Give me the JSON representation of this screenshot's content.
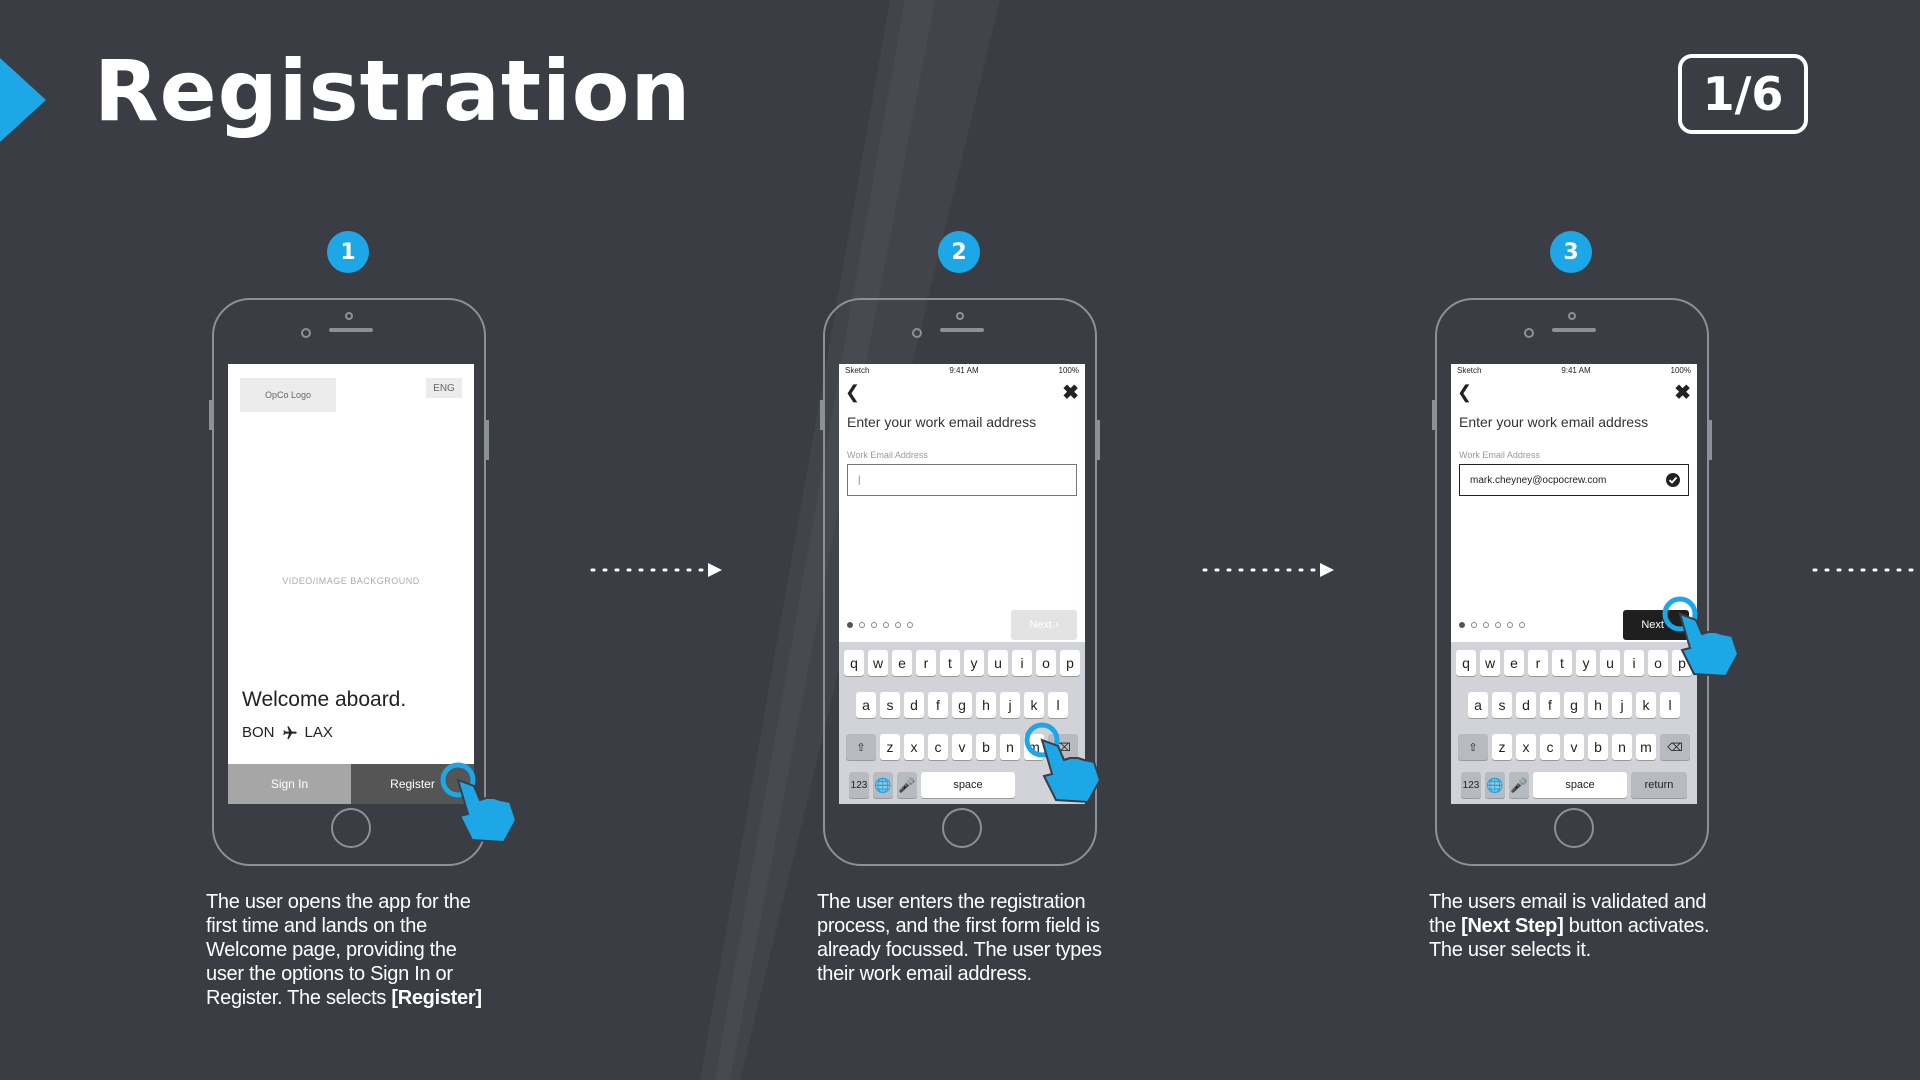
{
  "header": {
    "title": "Registration",
    "page": "1/6"
  },
  "colors": {
    "accent": "#1ea7e6",
    "background": "#3a3d43"
  },
  "steps": [
    {
      "number": "1",
      "screen": {
        "logo": "OpCo Logo",
        "lang": "ENG",
        "bg_label": "VIDEO/IMAGE BACKGROUND",
        "welcome": "Welcome aboard.",
        "route_from": "BON",
        "route_to": "LAX",
        "signin_label": "Sign In",
        "register_label": "Register"
      },
      "desc_before": "The user opens the app for the first time and lands on the Welcome page, providing the user the options to Sign In or Register. The selects ",
      "desc_bold": "[Register]",
      "desc_after": ""
    },
    {
      "number": "2",
      "screen": {
        "status_left": "Sketch",
        "status_time": "9:41 AM",
        "status_right": "100%",
        "prompt": "Enter your work email address",
        "field_label": "Work Email Address",
        "field_value": "|",
        "next_label": "Next",
        "space_label": "space",
        "num_label": "123"
      },
      "desc_before": "The user enters the registration process, and the first form field is already focussed. The user types their work email address.",
      "desc_bold": "",
      "desc_after": ""
    },
    {
      "number": "3",
      "screen": {
        "status_left": "Sketch",
        "status_time": "9:41 AM",
        "status_right": "100%",
        "prompt": "Enter your work email address",
        "field_label": "Work Email Address",
        "field_value": "mark.cheyney@ocpocrew.com",
        "next_label": "Next",
        "space_label": "space",
        "return_label": "return",
        "num_label": "123"
      },
      "desc_before": "The users email is validated and the ",
      "desc_bold": "[Next Step]",
      "desc_after": " button activates. The user selects it."
    }
  ],
  "keyboard": {
    "row1": [
      "q",
      "w",
      "e",
      "r",
      "t",
      "y",
      "u",
      "i",
      "o",
      "p"
    ],
    "row2": [
      "a",
      "s",
      "d",
      "f",
      "g",
      "h",
      "j",
      "k",
      "l"
    ],
    "row3": [
      "z",
      "x",
      "c",
      "v",
      "b",
      "n",
      "m"
    ]
  }
}
